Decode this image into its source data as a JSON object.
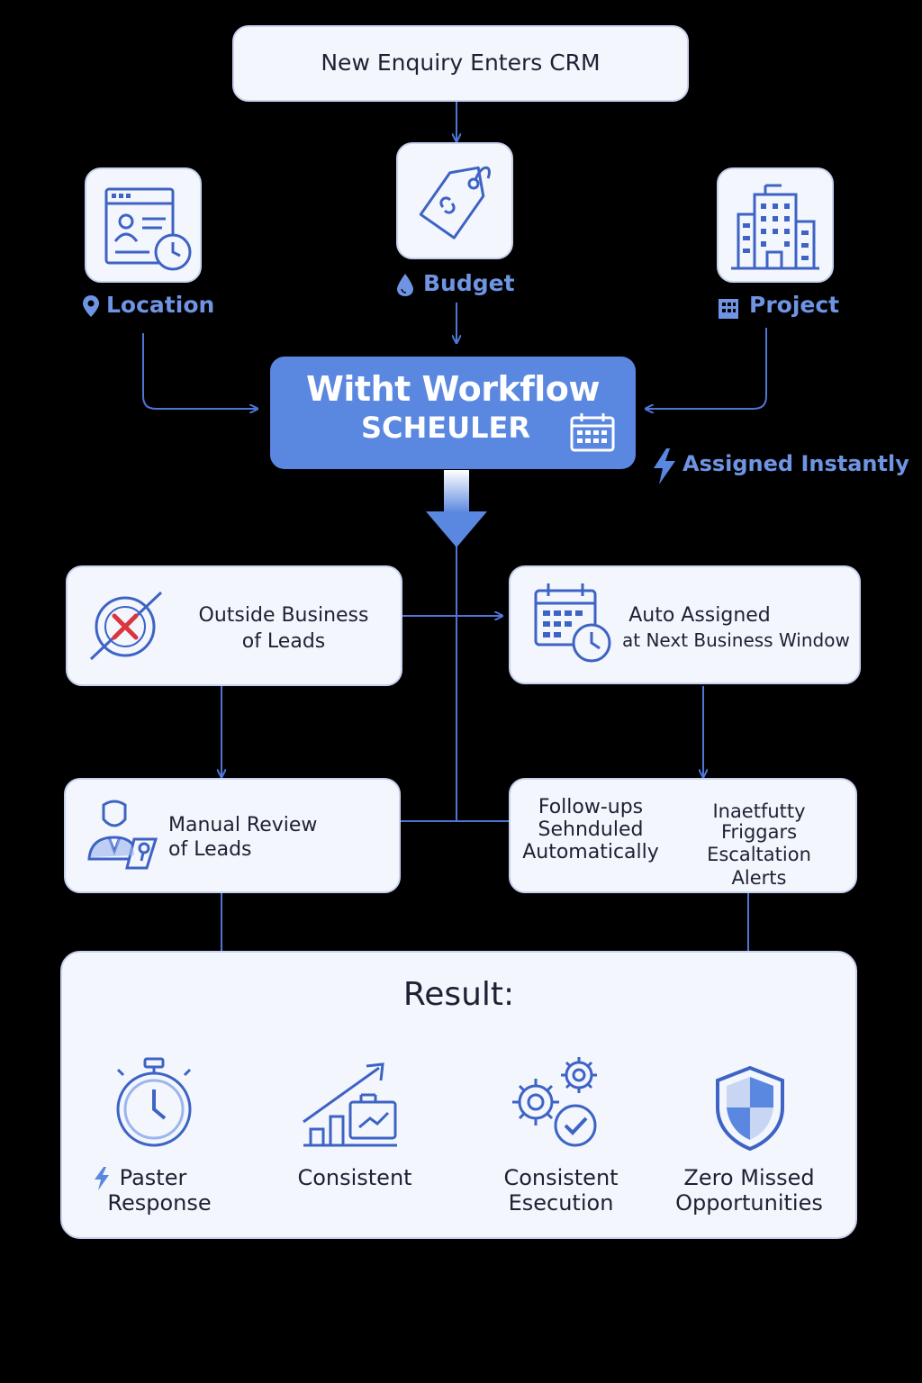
{
  "start": {
    "label": "New Enquiry Enters CRM"
  },
  "criteria": {
    "location": {
      "label": "Location",
      "icon": "profile-card-clock-icon"
    },
    "budget": {
      "label": "Budget",
      "icon": "price-tag-icon"
    },
    "project": {
      "label": "Project",
      "icon": "building-icon"
    }
  },
  "scheduler": {
    "line1": "Witht Workflow",
    "line2": "SCHEULER",
    "icon": "calendar-icon"
  },
  "assigned": {
    "label": "Assigned Instantly",
    "icon": "lightning-icon"
  },
  "outside": {
    "line1": "Outside Business",
    "line2": "of Leads",
    "icon": "blocked-clock-icon"
  },
  "auto": {
    "line1": "Auto Assigned",
    "line2": "at Next Business Window",
    "icon": "calendar-clock-icon"
  },
  "manual": {
    "line1": "Manual Review",
    "line2": "of Leads",
    "icon": "reviewer-icon"
  },
  "followups": {
    "left": [
      "Follow-ups",
      "Sehnduled",
      "Automatically"
    ],
    "right": [
      "Inaetfutty",
      "Friggars",
      "Escaltation",
      "Alerts"
    ]
  },
  "result": {
    "title": "Result:",
    "items": [
      {
        "lines": [
          "Paster",
          "Response"
        ],
        "icon": "stopwatch-icon"
      },
      {
        "lines": [
          "Consistent"
        ],
        "icon": "growth-chart-icon"
      },
      {
        "lines": [
          "Consistent",
          "Esecution"
        ],
        "icon": "gears-check-icon"
      },
      {
        "lines": [
          "Zero Missed",
          "Opportunities"
        ],
        "icon": "shield-icon"
      }
    ]
  },
  "colors": {
    "accent": "#5a87e0",
    "box": "#f4f6fd",
    "border": "#c8d2ee",
    "icon": "#3d63c4",
    "label": "#6f94e3",
    "text": "#1c2233",
    "alert": "#d9363e"
  }
}
